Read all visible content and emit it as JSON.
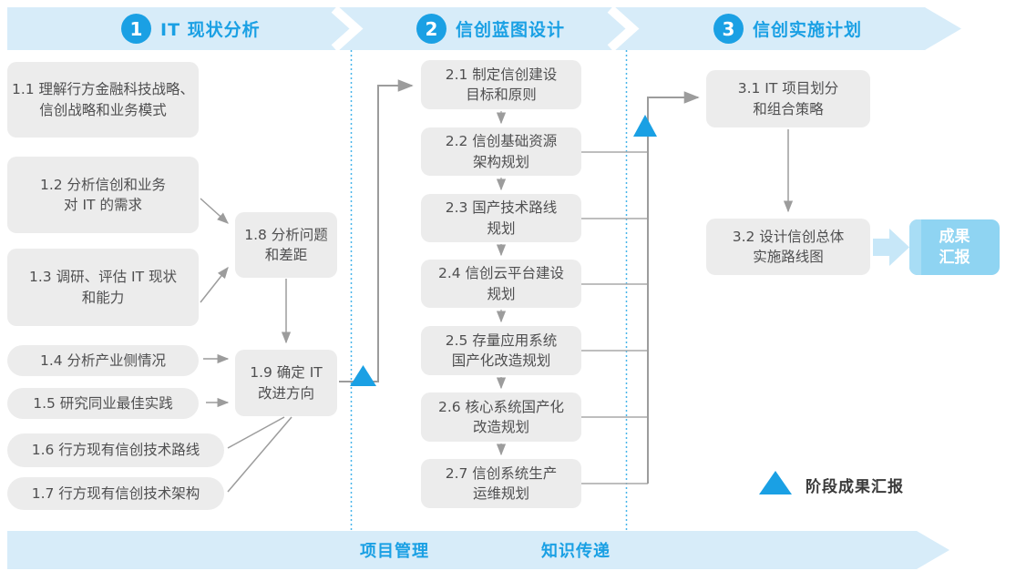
{
  "phases": [
    {
      "number": "1",
      "title": "IT 现状分析"
    },
    {
      "number": "2",
      "title": "信创蓝图设计"
    },
    {
      "number": "3",
      "title": "信创实施计划"
    }
  ],
  "stage1": {
    "boxes": [
      {
        "lines": [
          "1.1 理解行方金融科技战略、",
          "信创战略和业务模式"
        ]
      },
      {
        "lines": [
          "1.2 分析信创和业务",
          "对 IT 的需求"
        ]
      },
      {
        "lines": [
          "1.3 调研、评估 IT 现状",
          "和能力"
        ]
      },
      {
        "lines": [
          "1.4 分析产业侧情况"
        ]
      },
      {
        "lines": [
          "1.5 研究同业最佳实践"
        ]
      },
      {
        "lines": [
          "1.6 行方现有信创技术路线"
        ]
      },
      {
        "lines": [
          "1.7 行方现有信创技术架构"
        ]
      },
      {
        "lines": [
          "1.8 分析问题",
          "和差距"
        ]
      },
      {
        "lines": [
          "1.9 确定 IT",
          "改进方向"
        ]
      }
    ]
  },
  "stage2": {
    "boxes": [
      {
        "lines": [
          "2.1 制定信创建设",
          "目标和原则"
        ]
      },
      {
        "lines": [
          "2.2 信创基础资源",
          "架构规划"
        ]
      },
      {
        "lines": [
          "2.3 国产技术路线",
          "规划"
        ]
      },
      {
        "lines": [
          "2.4 信创云平台建设",
          "规划"
        ]
      },
      {
        "lines": [
          "2.5 存量应用系统",
          "国产化改造规划"
        ]
      },
      {
        "lines": [
          "2.6 核心系统国产化",
          "改造规划"
        ]
      },
      {
        "lines": [
          "2.7 信创系统生产",
          "运维规划"
        ]
      }
    ]
  },
  "stage3": {
    "boxes": [
      {
        "lines": [
          "3.1 IT 项目划分",
          "和组合策略"
        ]
      },
      {
        "lines": [
          "3.2 设计信创总体",
          "实施路线图"
        ]
      }
    ],
    "report_box": {
      "lines": [
        "成果",
        "汇报"
      ]
    }
  },
  "bottom_banner": {
    "items": [
      {
        "label": "项目管理"
      },
      {
        "label": "知识传递"
      }
    ]
  },
  "legend": {
    "label": "阶段成果汇报",
    "marker": "triangle-up-icon"
  },
  "icons": {
    "milestone": "triangle-up-icon",
    "flow_separator": "chevron-right-icon",
    "deliverable_flow": "fat-arrow-right-icon"
  },
  "colors": {
    "banner_bg": "#d7ecf9",
    "accent_blue": "#1aa0e4",
    "box_bg": "#ececec",
    "box_text": "#4f4f50",
    "connector_gray": "#9c9c9c",
    "dotted_divider": "#47b5ea",
    "report_box_bg": "#8fd4f2",
    "fat_arrow": "#c7e7f8"
  }
}
